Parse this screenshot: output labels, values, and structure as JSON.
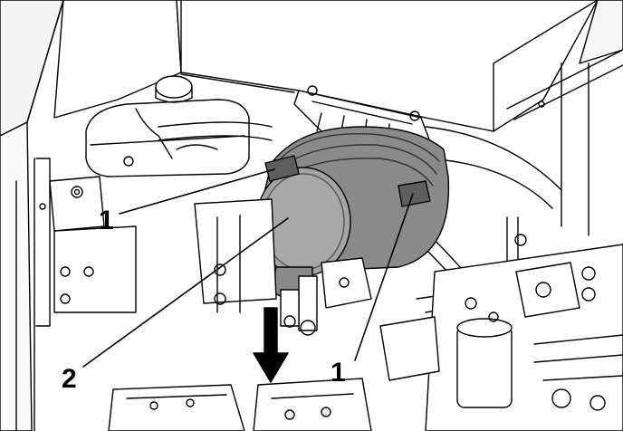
{
  "callouts": {
    "clamp_left": "1",
    "filter_body": "2",
    "clamp_right": "1"
  },
  "colors": {
    "line": "#000000",
    "filter_gray": "#8a8a8a",
    "filter_gray_light": "#a4a4a4",
    "strap_dark": "#5e5e5e",
    "paper": "#ffffff"
  },
  "icons": {
    "direction_arrow": "arrow-down-icon"
  }
}
